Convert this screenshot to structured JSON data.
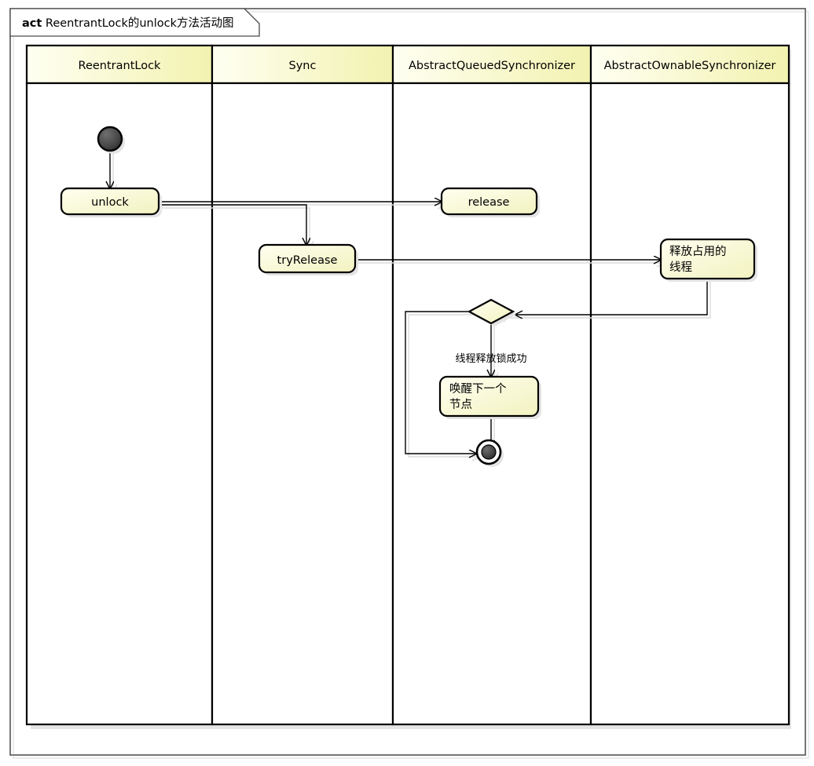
{
  "diagram": {
    "kind_keyword": "act",
    "title": "ReentrantLock的unlock方法活动图",
    "type": "uml-activity-diagram",
    "colors": {
      "node_fill_light": "#FEFEE8",
      "node_fill_dark": "#F5F5C8",
      "lane_header_fill_light": "#FFFFE8",
      "lane_header_fill_dark": "#F2F2B8",
      "border": "#000000",
      "shadow": "#D8D8D8",
      "canvas": "#FFFFFF",
      "frame_border": "#333333"
    },
    "lanes": [
      {
        "id": "lane-reentrantlock",
        "label": "ReentrantLock"
      },
      {
        "id": "lane-sync",
        "label": "Sync"
      },
      {
        "id": "lane-aqs",
        "label": "AbstractQueuedSynchronizer"
      },
      {
        "id": "lane-aos",
        "label": "AbstractOwnableSynchronizer"
      }
    ],
    "nodes": [
      {
        "id": "start-node",
        "type": "initial-node",
        "lane": "lane-reentrantlock",
        "label": ""
      },
      {
        "id": "node-unlock",
        "type": "action",
        "lane": "lane-reentrantlock",
        "label": "unlock",
        "lines": [
          "unlock"
        ]
      },
      {
        "id": "node-release",
        "type": "action",
        "lane": "lane-aqs",
        "label": "release",
        "lines": [
          "release"
        ]
      },
      {
        "id": "node-tryrelease",
        "type": "action",
        "lane": "lane-sync",
        "label": "tryRelease",
        "lines": [
          "tryRelease"
        ]
      },
      {
        "id": "node-release-thread",
        "type": "action",
        "lane": "lane-aos",
        "label": "释放占用的线程",
        "lines": [
          "释放占用的",
          "线程"
        ]
      },
      {
        "id": "decision-node",
        "type": "decision",
        "lane": "lane-aqs",
        "label": ""
      },
      {
        "id": "node-wake-next",
        "type": "action",
        "lane": "lane-aqs",
        "label": "唤醒下一个节点",
        "lines": [
          "唤醒下一个",
          "节点"
        ]
      },
      {
        "id": "end-node",
        "type": "final-node",
        "lane": "lane-aqs",
        "label": ""
      }
    ],
    "edges": [
      {
        "id": "edge-start-unlock",
        "from": "start-node",
        "to": "node-unlock",
        "guard": ""
      },
      {
        "id": "edge-unlock-release",
        "from": "node-unlock",
        "to": "node-release",
        "guard": ""
      },
      {
        "id": "edge-unlock-tryrelease",
        "from": "node-unlock",
        "to": "node-tryrelease",
        "guard": ""
      },
      {
        "id": "edge-tryrelease-releasethread",
        "from": "node-tryrelease",
        "to": "node-release-thread",
        "guard": ""
      },
      {
        "id": "edge-releasethread-decision",
        "from": "node-release-thread",
        "to": "decision-node",
        "guard": ""
      },
      {
        "id": "edge-decision-wakenext",
        "from": "decision-node",
        "to": "node-wake-next",
        "guard": "线程释放锁成功"
      },
      {
        "id": "edge-wakenext-end",
        "from": "node-wake-next",
        "to": "end-node",
        "guard": ""
      },
      {
        "id": "edge-decision-end",
        "from": "decision-node",
        "to": "end-node",
        "guard": ""
      }
    ],
    "guards": {
      "thread_release_success": "线程释放锁成功"
    }
  }
}
